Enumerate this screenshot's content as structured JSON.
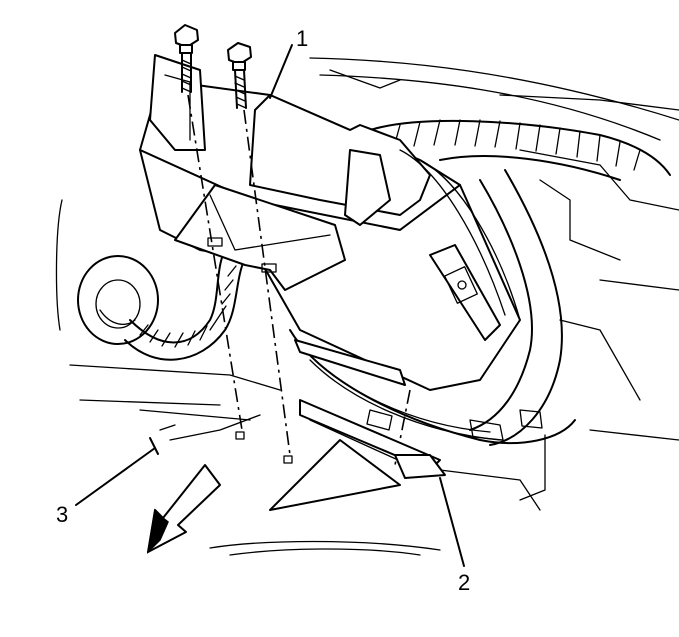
{
  "figure": {
    "callouts": [
      {
        "id": "1",
        "label": "1"
      },
      {
        "id": "2",
        "label": "2"
      },
      {
        "id": "3",
        "label": "3"
      }
    ],
    "icons": {
      "bolts": "bolt-icon",
      "direction_arrow": "forward-arrow-icon"
    },
    "colors": {
      "line": "#000000",
      "background": "#ffffff"
    }
  }
}
